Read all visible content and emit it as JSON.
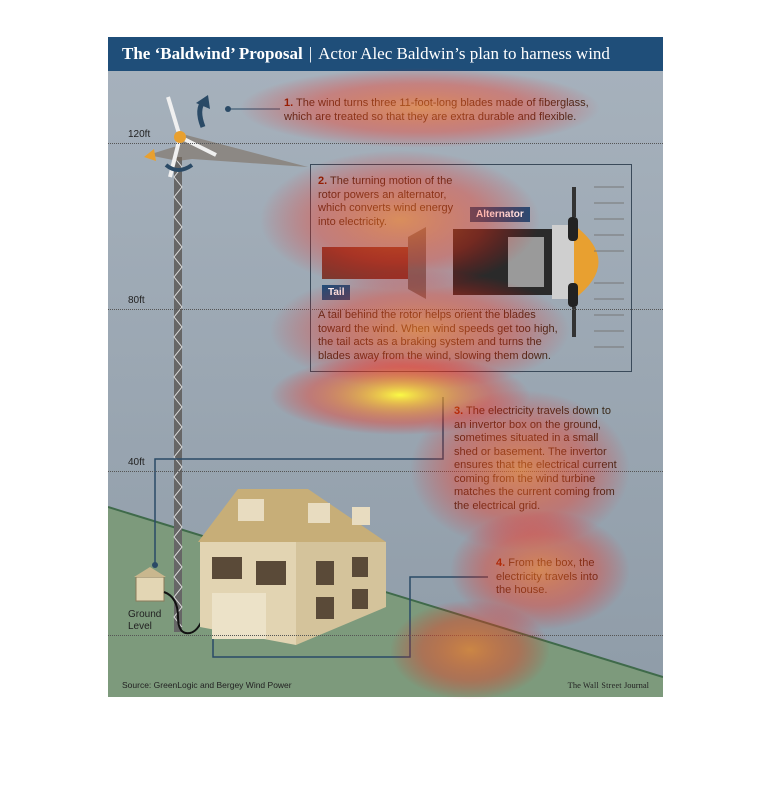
{
  "title": {
    "main": "The ‘Baldwind’ Proposal",
    "separator": "|",
    "subtitle": "Actor Alec Baldwin’s plan to harness wind"
  },
  "heights": [
    "120ft",
    "80ft",
    "40ft"
  ],
  "ground_label": "Ground\nLevel",
  "steps": {
    "s1": {
      "num": "1.",
      "text": " The wind turns three 11-foot-long blades made of fiberglass, which are treated so that they are extra durable and flexible."
    },
    "s2": {
      "num": "2.",
      "text": " The turning motion of the rotor powers an alternator, which converts wind energy into electricity."
    },
    "s3": {
      "num": "3.",
      "text": " The electricity travels down to an invertor box on the ground, sometimes situated in a small shed or basement. The invertor ensures that the electrical current coming from the wind turbine matches the current coming from the electrical grid."
    },
    "s4": {
      "num": "4.",
      "text": " From the box, the electricity travels into the house."
    }
  },
  "tail_note": "A tail behind the rotor helps orient the blades toward the wind. When wind speeds get too high, the tail acts as a braking system and turns the blades away from the wind, slowing them down.",
  "tags": {
    "alternator": "Alternator",
    "tail": "Tail"
  },
  "footer": {
    "source": "Source: GreenLogic and Bergey Wind Power",
    "credit_prefix": "The ",
    "credit_brand": "Wall Street",
    "credit_suffix": " Journal"
  },
  "colors": {
    "header": "#1f4e79",
    "sky": "#9aa7b3",
    "ground": "#7d9a7c",
    "house": "#d8c7a0",
    "caption_num": "#7a1d00"
  }
}
